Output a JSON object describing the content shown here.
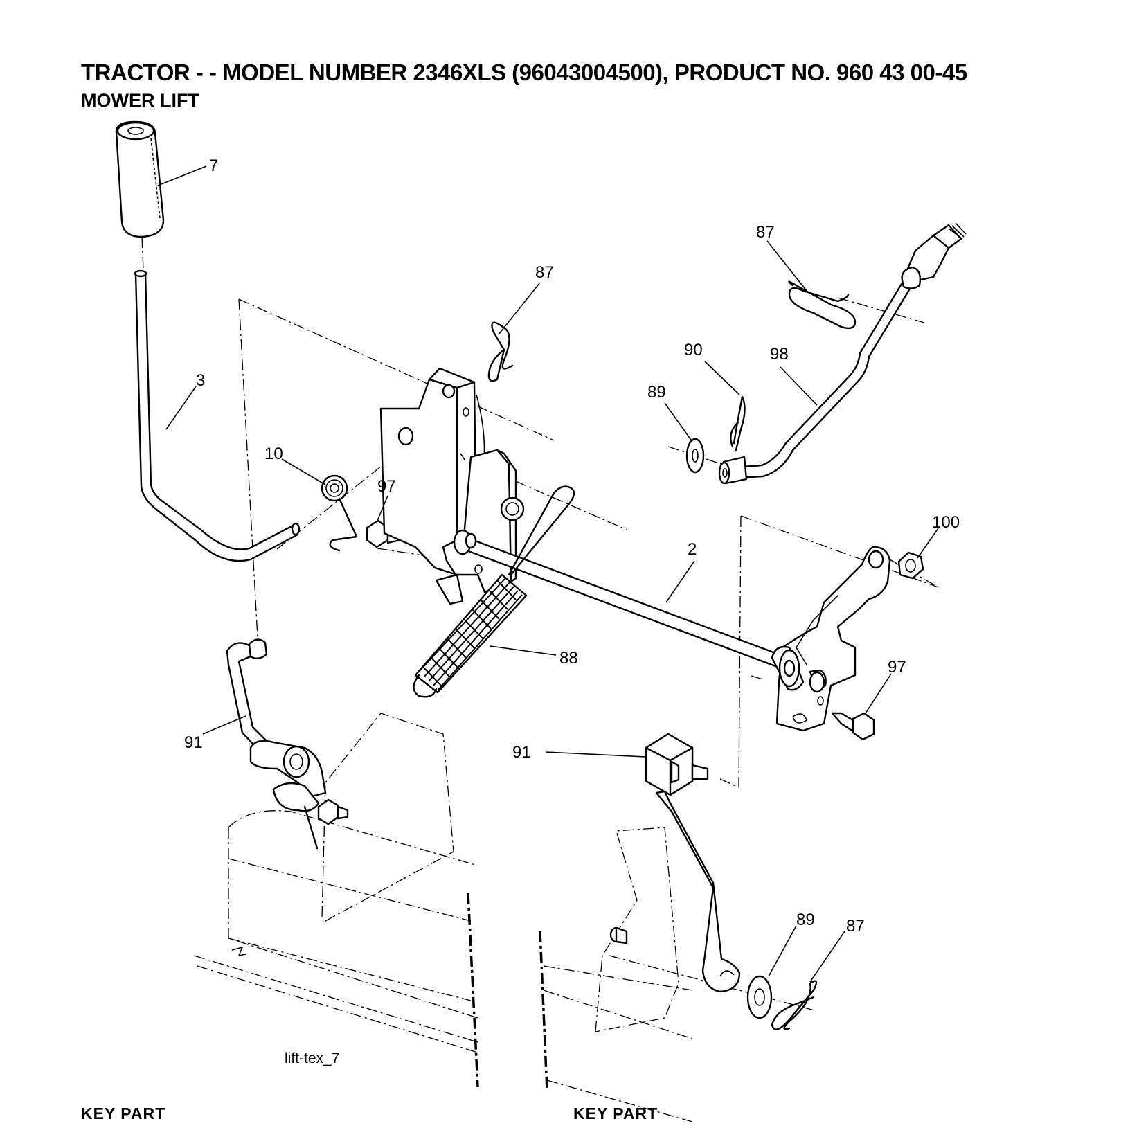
{
  "header": {
    "title": "TRACTOR - - MODEL NUMBER 2346XLS (96043004500), PRODUCT NO. 960 43 00-45",
    "subtitle": "MOWER LIFT"
  },
  "diagram": {
    "image_code": "lift-tex_7",
    "callouts": [
      {
        "id": "c7",
        "label": "7"
      },
      {
        "id": "c3",
        "label": "3"
      },
      {
        "id": "c87a",
        "label": "87"
      },
      {
        "id": "c87b",
        "label": "87"
      },
      {
        "id": "c90",
        "label": "90"
      },
      {
        "id": "c98",
        "label": "98"
      },
      {
        "id": "c89a",
        "label": "89"
      },
      {
        "id": "c10",
        "label": "10"
      },
      {
        "id": "c97a",
        "label": "97"
      },
      {
        "id": "c100",
        "label": "100"
      },
      {
        "id": "c2",
        "label": "2"
      },
      {
        "id": "c88",
        "label": "88"
      },
      {
        "id": "c97b",
        "label": "97"
      },
      {
        "id": "c91a",
        "label": "91"
      },
      {
        "id": "c91b",
        "label": "91"
      },
      {
        "id": "c89b",
        "label": "89"
      },
      {
        "id": "c87c",
        "label": "87"
      }
    ]
  },
  "footer": {
    "left_heading": "KEY   PART",
    "right_heading": "KEY   PART"
  }
}
